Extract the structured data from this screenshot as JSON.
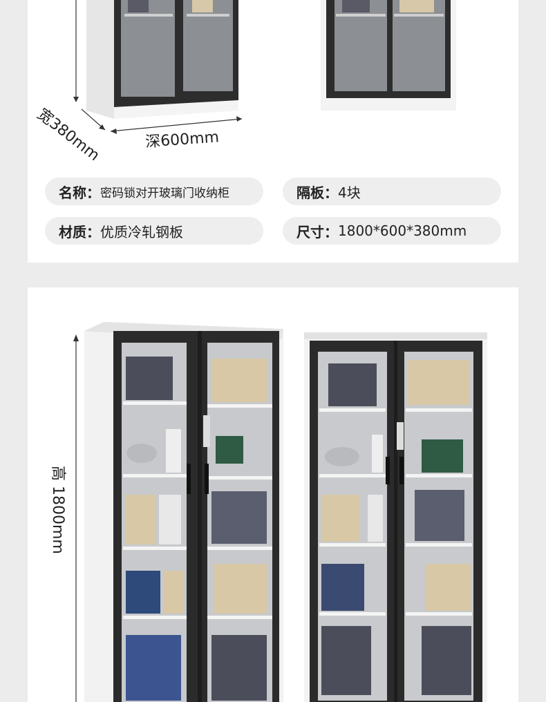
{
  "dimensions": {
    "width_label": "宽380mm",
    "depth_label": "深600mm",
    "height_label": "高 1800mm"
  },
  "specs": [
    {
      "key": "名称：",
      "value": "密码锁对开玻璃门收纳柜"
    },
    {
      "key": "隔板：",
      "value": "4块"
    },
    {
      "key": "材质：",
      "value": "优质冷轧钢板"
    },
    {
      "key": "尺寸：",
      "value": "1800*600*380mm"
    }
  ],
  "colors": {
    "background": "#ececec",
    "card": "#ffffff",
    "pill": "#eeeeee",
    "cabinet_frame": "#2b2b2b",
    "cabinet_body": "#f2f2f2"
  }
}
